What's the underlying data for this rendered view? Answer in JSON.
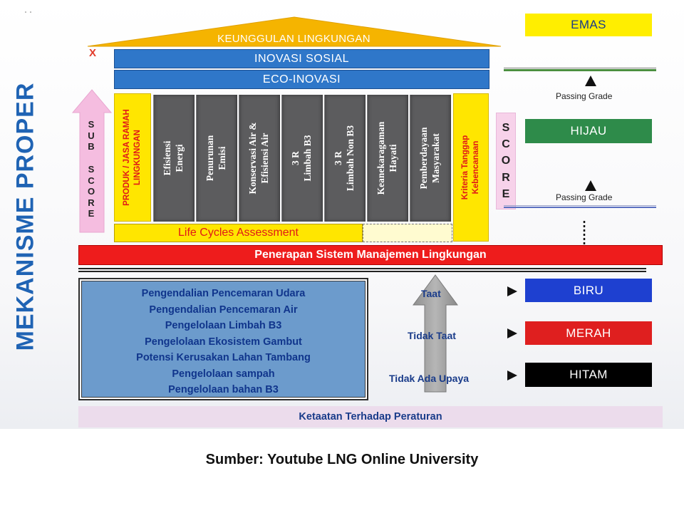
{
  "side_title": "MEKANISME PROPER",
  "x_mark": "X",
  "roof": "KEUNGGULAN LINGKUNGAN",
  "bars": {
    "inovasi_sosial": "INOVASI SOSIAL",
    "eco_inovasi": "ECO-INOVASI"
  },
  "sub_score_letters": [
    "S",
    "U",
    "B",
    "",
    "S",
    "C",
    "O",
    "R",
    "E"
  ],
  "score_letters": [
    "S",
    "C",
    "O",
    "R",
    "E"
  ],
  "left_yellow_pillar": "PRODUK / JASA RAMAH LINGKUNGAN",
  "right_yellow_pillar": "Kriteria Tanggap Kebencanaan",
  "pillars": [
    {
      "line1": "Efisiensi",
      "line2": "Energi"
    },
    {
      "line1": "Penurunan",
      "line2": "Emisi"
    },
    {
      "line1": "Konservasi Air &",
      "line2": "Efisiensi Air"
    },
    {
      "line1": "3 R",
      "line2": "Limbah B3"
    },
    {
      "line1": "3 R",
      "line2": "Limbah Non B3"
    },
    {
      "line1": "Keanekaragaman",
      "line2": "Hayati"
    },
    {
      "line1": "Pemberdayaan",
      "line2": "Masyarakat"
    }
  ],
  "lca": "Life Cycles Assessment",
  "sml": "Penerapan Sistem Manajemen Lingkungan",
  "compliance_items": [
    "Pengendalian Pencemaran Udara",
    "Pengendalian Pencemaran Air",
    "Pengelolaan Limbah B3",
    "Pengelolaan Ekosistem Gambut",
    "Potensi Kerusakan Lahan Tambang",
    "Pengelolaan sampah",
    "Pengelolaan bahan B3"
  ],
  "compliance_status": [
    "Taat",
    "Tidak Taat",
    "Tidak Ada Upaya"
  ],
  "base": "Ketaatan Terhadap Peraturan",
  "passing_grade": "Passing Grade",
  "grades": {
    "emas": "EMAS",
    "hijau": "HIJAU",
    "biru": "BIRU",
    "merah": "MERAH",
    "hitam": "HITAM"
  },
  "colors": {
    "emas": "#ffee00",
    "hijau": "#2e8b4a",
    "biru": "#1e40d0",
    "merah": "#df1f1f",
    "hitam": "#000000",
    "sml_bar": "#ee1c1c",
    "inovasi_bar": "#2f77c9",
    "title_blue": "#1f63b4"
  },
  "caption": "Sumber: Youtube LNG Online University"
}
